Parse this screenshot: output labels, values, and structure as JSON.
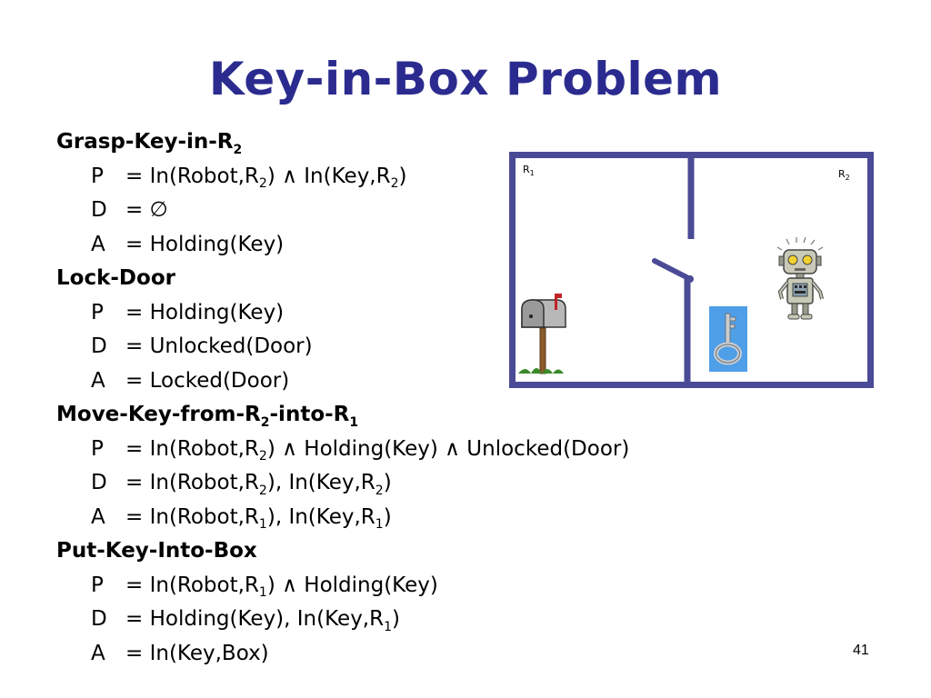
{
  "slide": {
    "title": "Key-in-Box Problem",
    "page_number": "41"
  },
  "operators": [
    {
      "name": "Grasp-Key-in-R<sub>2</sub>",
      "rows": [
        {
          "label": "P",
          "text": "= In(Robot,R<sub>2</sub>) &#8743; In(Key,R<sub>2</sub>)"
        },
        {
          "label": "D",
          "text": "= &#8709;"
        },
        {
          "label": "A",
          "text": "= Holding(Key)"
        }
      ]
    },
    {
      "name": "Lock-Door",
      "rows": [
        {
          "label": "P",
          "text": "= Holding(Key)"
        },
        {
          "label": "D",
          "text": "= Unlocked(Door)"
        },
        {
          "label": "A",
          "text": "= Locked(Door)"
        }
      ]
    },
    {
      "name": "Move-Key-from-R<sub>2</sub>-into-R<sub>1</sub>",
      "rows": [
        {
          "label": "P",
          "text": "= In(Robot,R<sub>2</sub>) &#8743; Holding(Key) &#8743; Unlocked(Door)"
        },
        {
          "label": "D",
          "text": "= In(Robot,R<sub>2</sub>), In(Key,R<sub>2</sub>)"
        },
        {
          "label": "A",
          "text": "= In(Robot,R<sub>1</sub>), In(Key,R<sub>1</sub>)"
        }
      ]
    },
    {
      "name": "Put-Key-Into-Box",
      "rows": [
        {
          "label": "P",
          "text": "= In(Robot,R<sub>1</sub>) &#8743; Holding(Key)"
        },
        {
          "label": "D",
          "text": "= Holding(Key), In(Key,R<sub>1</sub>)"
        },
        {
          "label": "A",
          "text": "= In(Key,Box)"
        }
      ]
    }
  ],
  "diagram": {
    "room1_label": "R",
    "room1_sub": "1",
    "room2_label": "R",
    "room2_sub": "2",
    "wall_color": "#4a4a96",
    "key_bg_color": "#4f9ee8"
  }
}
